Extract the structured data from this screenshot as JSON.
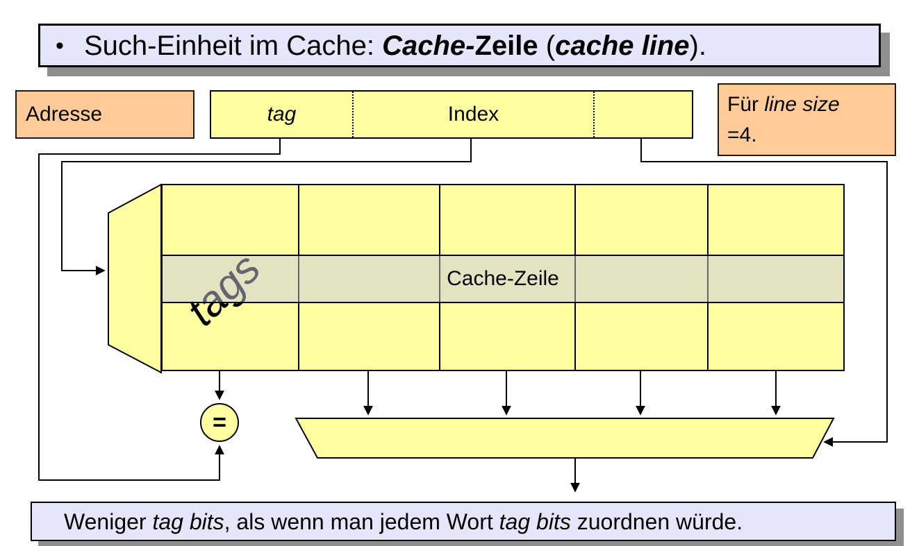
{
  "colors": {
    "page_bg": "#ffffff",
    "panel_lavender": "#e6e6fa",
    "panel_orange": "#ffcc99",
    "shape_yellow": "#ffffa2",
    "band_overlay": "rgba(200,200,225,0.5)",
    "shadow_gray": "#8f8f8f",
    "line_black": "#000000"
  },
  "title": {
    "bullet": "•",
    "prefix": "Such-Einheit im Cache: ",
    "bold_italic1": "Cache-",
    "bold1": "Zeile",
    "mid": " (",
    "bold_italic2": "cache line",
    "suffix": ")."
  },
  "address": {
    "label": "Adresse",
    "fields": {
      "tag": "tag",
      "index": "Index",
      "offset": ""
    }
  },
  "note": {
    "prefix": "Für ",
    "italic": "line size",
    "line2": "=4."
  },
  "cache": {
    "tags_label": "tags",
    "row_label": "Cache-Zeile"
  },
  "comparator": {
    "symbol": "="
  },
  "footer": {
    "part1": "Weniger ",
    "italic1": "tag bits",
    "part2": ", als wenn man jedem Wort ",
    "italic2": "tag bits",
    "part3": " zuordnen würde."
  }
}
